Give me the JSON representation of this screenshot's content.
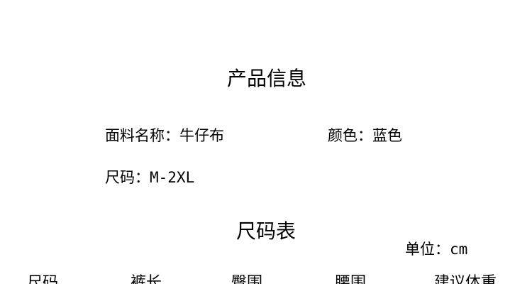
{
  "product_info": {
    "title": "产品信息",
    "fabric_label": "面料名称：",
    "fabric_value": "牛仔布",
    "color_label": "颜色：",
    "color_value": "蓝色",
    "size_label": "尺码：",
    "size_value": "M-2XL"
  },
  "size_chart": {
    "title": "尺码表",
    "unit_label": "单位：",
    "unit_value": "cm",
    "columns": [
      "尺码",
      "裤长",
      "臀围",
      "腰围",
      "建议体重"
    ]
  }
}
